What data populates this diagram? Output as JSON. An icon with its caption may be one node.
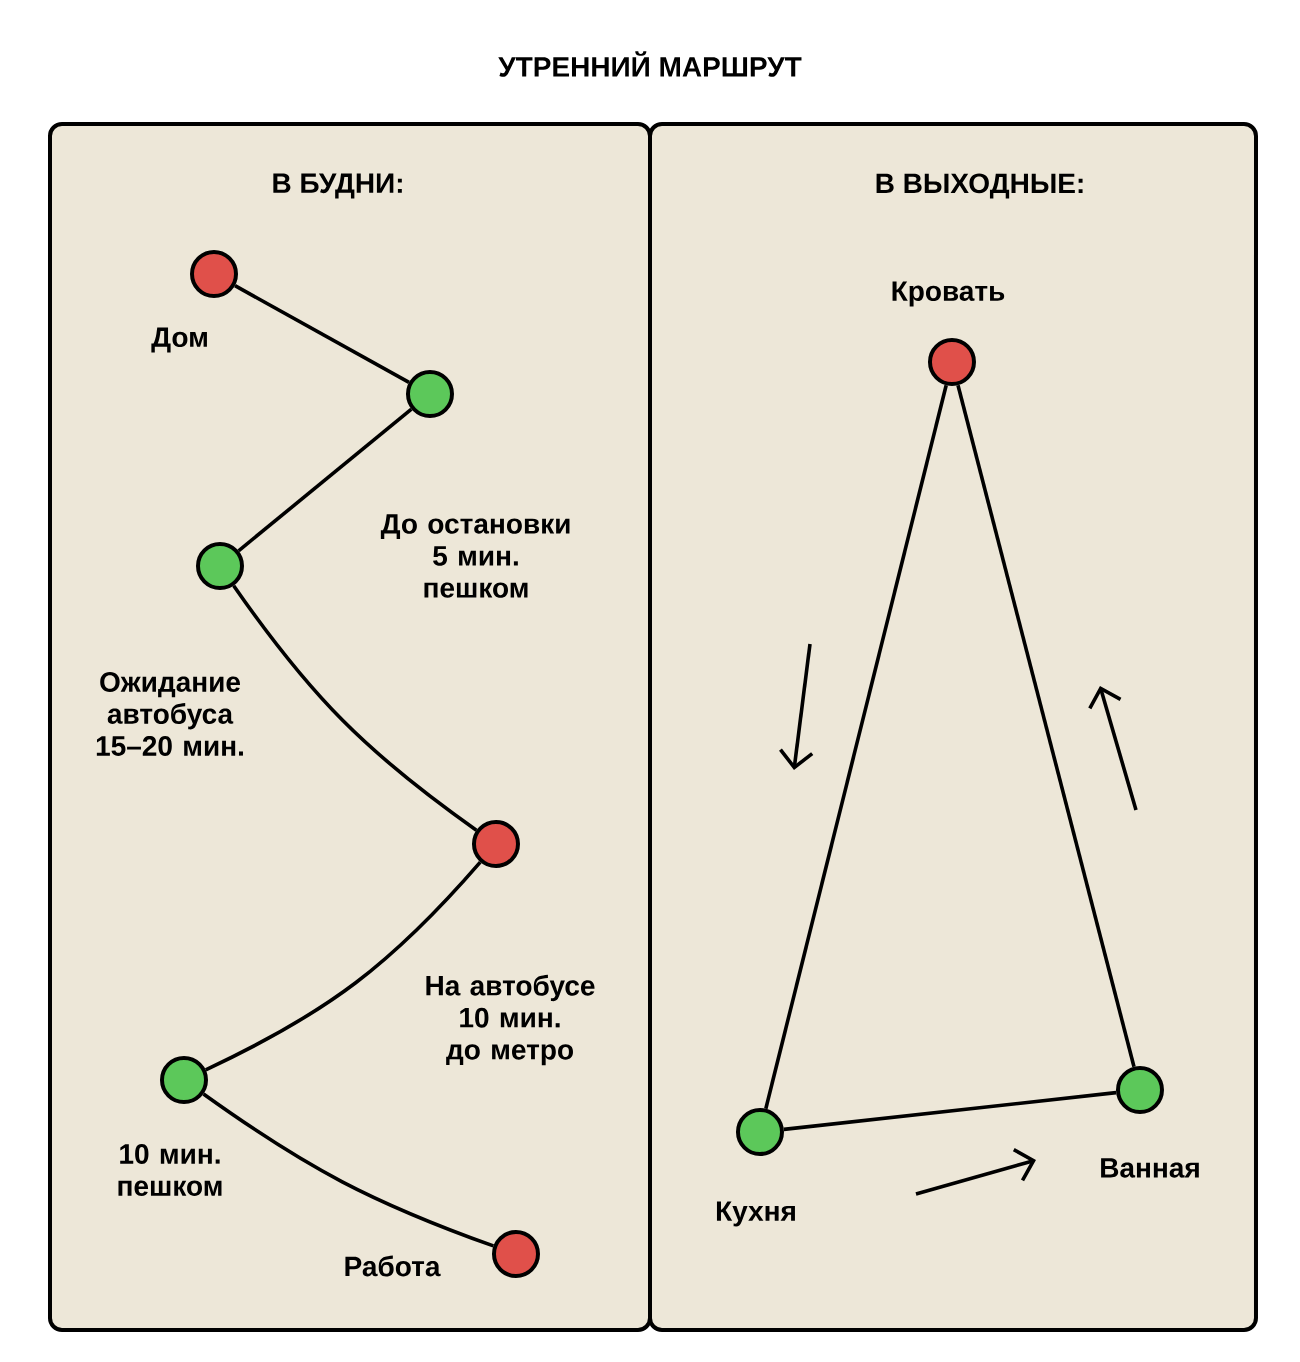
{
  "diagram": {
    "title": "УТРЕННИЙ МАРШРУТ",
    "nodes": [
      {
        "text": [
          "В БУДНИ:"
        ]
      },
      {
        "text": [],
        "shape": "circle",
        "beside": [
          "Дом"
        ],
        "in": 0
      },
      {
        "text": [],
        "shape": "circle",
        "beside": [
          "До остановки 5 мин. пешком"
        ],
        "in": 0
      },
      {
        "text": [],
        "shape": "circle",
        "beside": [
          "Ожидание автобуса 15–20 мин."
        ],
        "in": 0
      },
      {
        "text": [],
        "shape": "circle",
        "beside": [
          "На автобусе 10 мин. до метро"
        ],
        "in": 0
      },
      {
        "text": [],
        "shape": "circle",
        "beside": [
          "10 мин. пешком"
        ],
        "in": 0
      },
      {
        "text": [],
        "shape": "circle",
        "beside": [
          "Работа"
        ],
        "in": 0
      },
      {
        "text": [
          "В ВЫХОДНЫЕ:"
        ]
      },
      {
        "text": [],
        "shape": "circle",
        "beside": [
          "Кровать"
        ],
        "in": 7
      },
      {
        "text": [],
        "shape": "circle",
        "beside": [
          "Кухня"
        ],
        "in": 7
      },
      {
        "text": [],
        "shape": "circle",
        "beside": [
          "Ванная"
        ],
        "in": 7
      }
    ],
    "edges": [
      {
        "from": 1,
        "to": 2,
        "arrow": "none"
      },
      {
        "from": 2,
        "to": 3,
        "arrow": "none"
      },
      {
        "from": 3,
        "to": 4,
        "arrow": "none"
      },
      {
        "from": 4,
        "to": 5,
        "arrow": "none"
      },
      {
        "from": 5,
        "to": 6,
        "arrow": "none"
      },
      {
        "from": 8,
        "to": 9,
        "arrow": "none"
      },
      {
        "from": 9,
        "to": 10,
        "arrow": "none"
      },
      {
        "from": 10,
        "to": 8,
        "arrow": "none"
      }
    ]
  }
}
